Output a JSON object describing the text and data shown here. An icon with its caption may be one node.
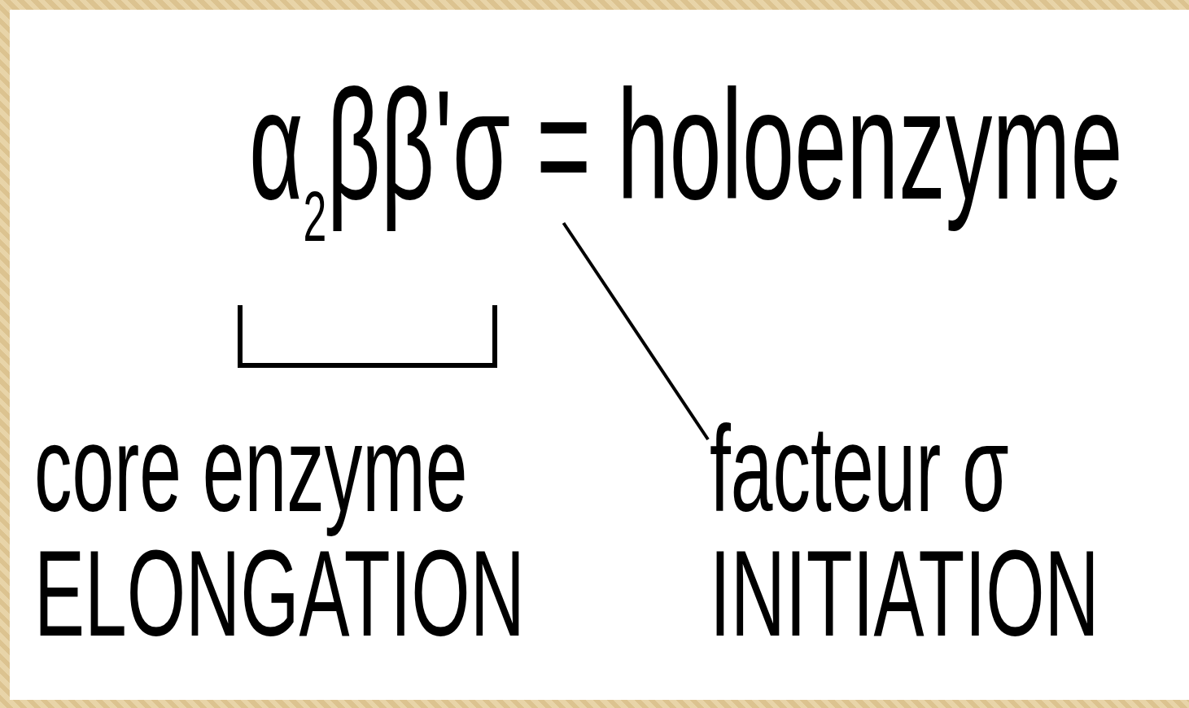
{
  "diagram": {
    "nodes": [
      {
        "text": [
          "α$_{2}$ββ'σ = holoenzyme"
        ]
      },
      {
        "text": [
          "core enzyme",
          "ELONGATION"
        ]
      },
      {
        "text": [
          "facteur σ",
          "INITIATION"
        ]
      }
    ],
    "edges": [
      {
        "from": 2,
        "to": 0,
        "arrow": "none"
      }
    ]
  }
}
